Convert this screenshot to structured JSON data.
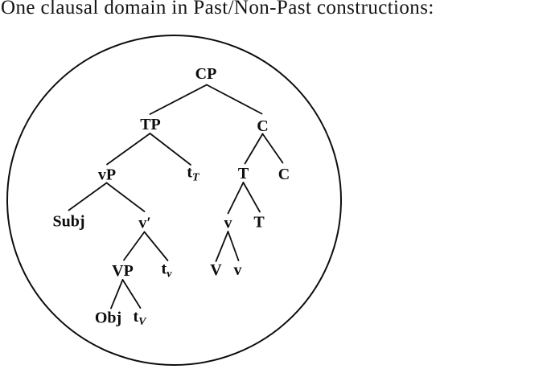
{
  "title": "One clausal domain in Past/Non-Past constructions:",
  "colors": {
    "ink": "#0d0d0d",
    "background": "#ffffff"
  },
  "diagram": {
    "shape": "circle-enclosed-syntax-tree",
    "nodes": [
      {
        "id": "CP",
        "label": "CP"
      },
      {
        "id": "TP",
        "label": "TP"
      },
      {
        "id": "C-complex",
        "label": "C"
      },
      {
        "id": "vP",
        "label": "vP"
      },
      {
        "id": "trace-T",
        "label": "t",
        "subscript": "T"
      },
      {
        "id": "T-complex",
        "label": "T"
      },
      {
        "id": "C-head",
        "label": "C"
      },
      {
        "id": "Subj",
        "label": "Subj"
      },
      {
        "id": "v-bar",
        "label": "v′"
      },
      {
        "id": "v-complex",
        "label": "v"
      },
      {
        "id": "T-head",
        "label": "T"
      },
      {
        "id": "VP",
        "label": "VP"
      },
      {
        "id": "trace-v",
        "label": "t",
        "subscript": "v"
      },
      {
        "id": "V-head",
        "label": "V"
      },
      {
        "id": "v-head",
        "label": "v"
      },
      {
        "id": "Obj",
        "label": "Obj"
      },
      {
        "id": "trace-V",
        "label": "t",
        "subscript": "V"
      }
    ],
    "edges": [
      [
        "CP",
        "TP"
      ],
      [
        "CP",
        "C-complex"
      ],
      [
        "TP",
        "vP"
      ],
      [
        "TP",
        "trace-T"
      ],
      [
        "C-complex",
        "T-complex"
      ],
      [
        "C-complex",
        "C-head"
      ],
      [
        "vP",
        "Subj"
      ],
      [
        "vP",
        "v-bar"
      ],
      [
        "v-bar",
        "VP"
      ],
      [
        "v-bar",
        "trace-v"
      ],
      [
        "T-complex",
        "v-complex"
      ],
      [
        "T-complex",
        "T-head"
      ],
      [
        "VP",
        "Obj"
      ],
      [
        "VP",
        "trace-V"
      ],
      [
        "v-complex",
        "V-head"
      ],
      [
        "v-complex",
        "v-head"
      ]
    ]
  }
}
